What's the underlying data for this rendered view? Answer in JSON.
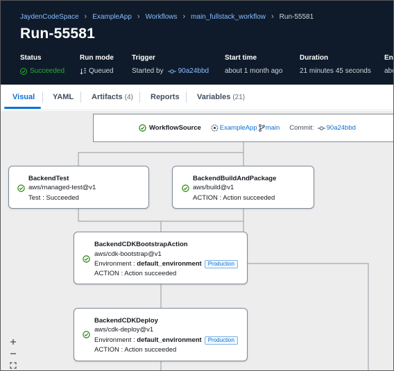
{
  "breadcrumbs": [
    {
      "label": "JaydenCodeSpace"
    },
    {
      "label": "ExampleApp"
    },
    {
      "label": "Workflows"
    },
    {
      "label": "main_fullstack_workflow"
    },
    {
      "label": "Run-55581"
    }
  ],
  "run": {
    "title": "Run-55581",
    "status_label": "Status",
    "status_value": "Succeeded",
    "run_mode_label": "Run mode",
    "run_mode_value": "Queued",
    "trigger_label": "Trigger",
    "trigger_prefix": "Started by",
    "trigger_commit": "90a24bbd",
    "start_time_label": "Start time",
    "start_time_value": "about 1 month ago",
    "duration_label": "Duration",
    "duration_value": "21 minutes 45 seconds",
    "end_label": "End",
    "end_value": "abo"
  },
  "tabs": [
    {
      "label": "Visual",
      "count": ""
    },
    {
      "label": "YAML",
      "count": ""
    },
    {
      "label": "Artifacts",
      "count": "(4)"
    },
    {
      "label": "Reports",
      "count": ""
    },
    {
      "label": "Variables",
      "count": "(21)"
    }
  ],
  "source": {
    "name": "WorkflowSource",
    "repo": "ExampleApp",
    "branch": "main",
    "commit_label": "Commit:",
    "commit": "90a24bbd"
  },
  "nodes": {
    "backend_test": {
      "name": "BackendTest",
      "action": "aws/managed-test@v1",
      "status_key": "Test",
      "status_value": "Succeeded"
    },
    "build_package": {
      "name": "BackendBuildAndPackage",
      "action": "aws/build@v1",
      "status_key": "ACTION",
      "status_value": "Action succeeded"
    },
    "cdk_bootstrap": {
      "name": "BackendCDKBootstrapAction",
      "action": "aws/cdk-bootstrap@v1",
      "env_key": "Environment",
      "env_value": "default_environment",
      "env_badge": "Production",
      "status_key": "ACTION",
      "status_value": "Action succeeded"
    },
    "cdk_deploy": {
      "name": "BackendCDKDeploy",
      "action": "aws/cdk-deploy@v1",
      "env_key": "Environment",
      "env_value": "default_environment",
      "env_badge": "Production",
      "status_key": "ACTION",
      "status_value": "Action succeeded"
    }
  },
  "zoom": {
    "zoom_in_icon": "plus-icon",
    "zoom_out_icon": "minus-icon",
    "fit_icon": "fit-screen-icon"
  },
  "colors": {
    "header_bg": "#0f1b2a",
    "link": "#0972d3",
    "success": "#1d8102",
    "header_link": "#89bdff"
  }
}
